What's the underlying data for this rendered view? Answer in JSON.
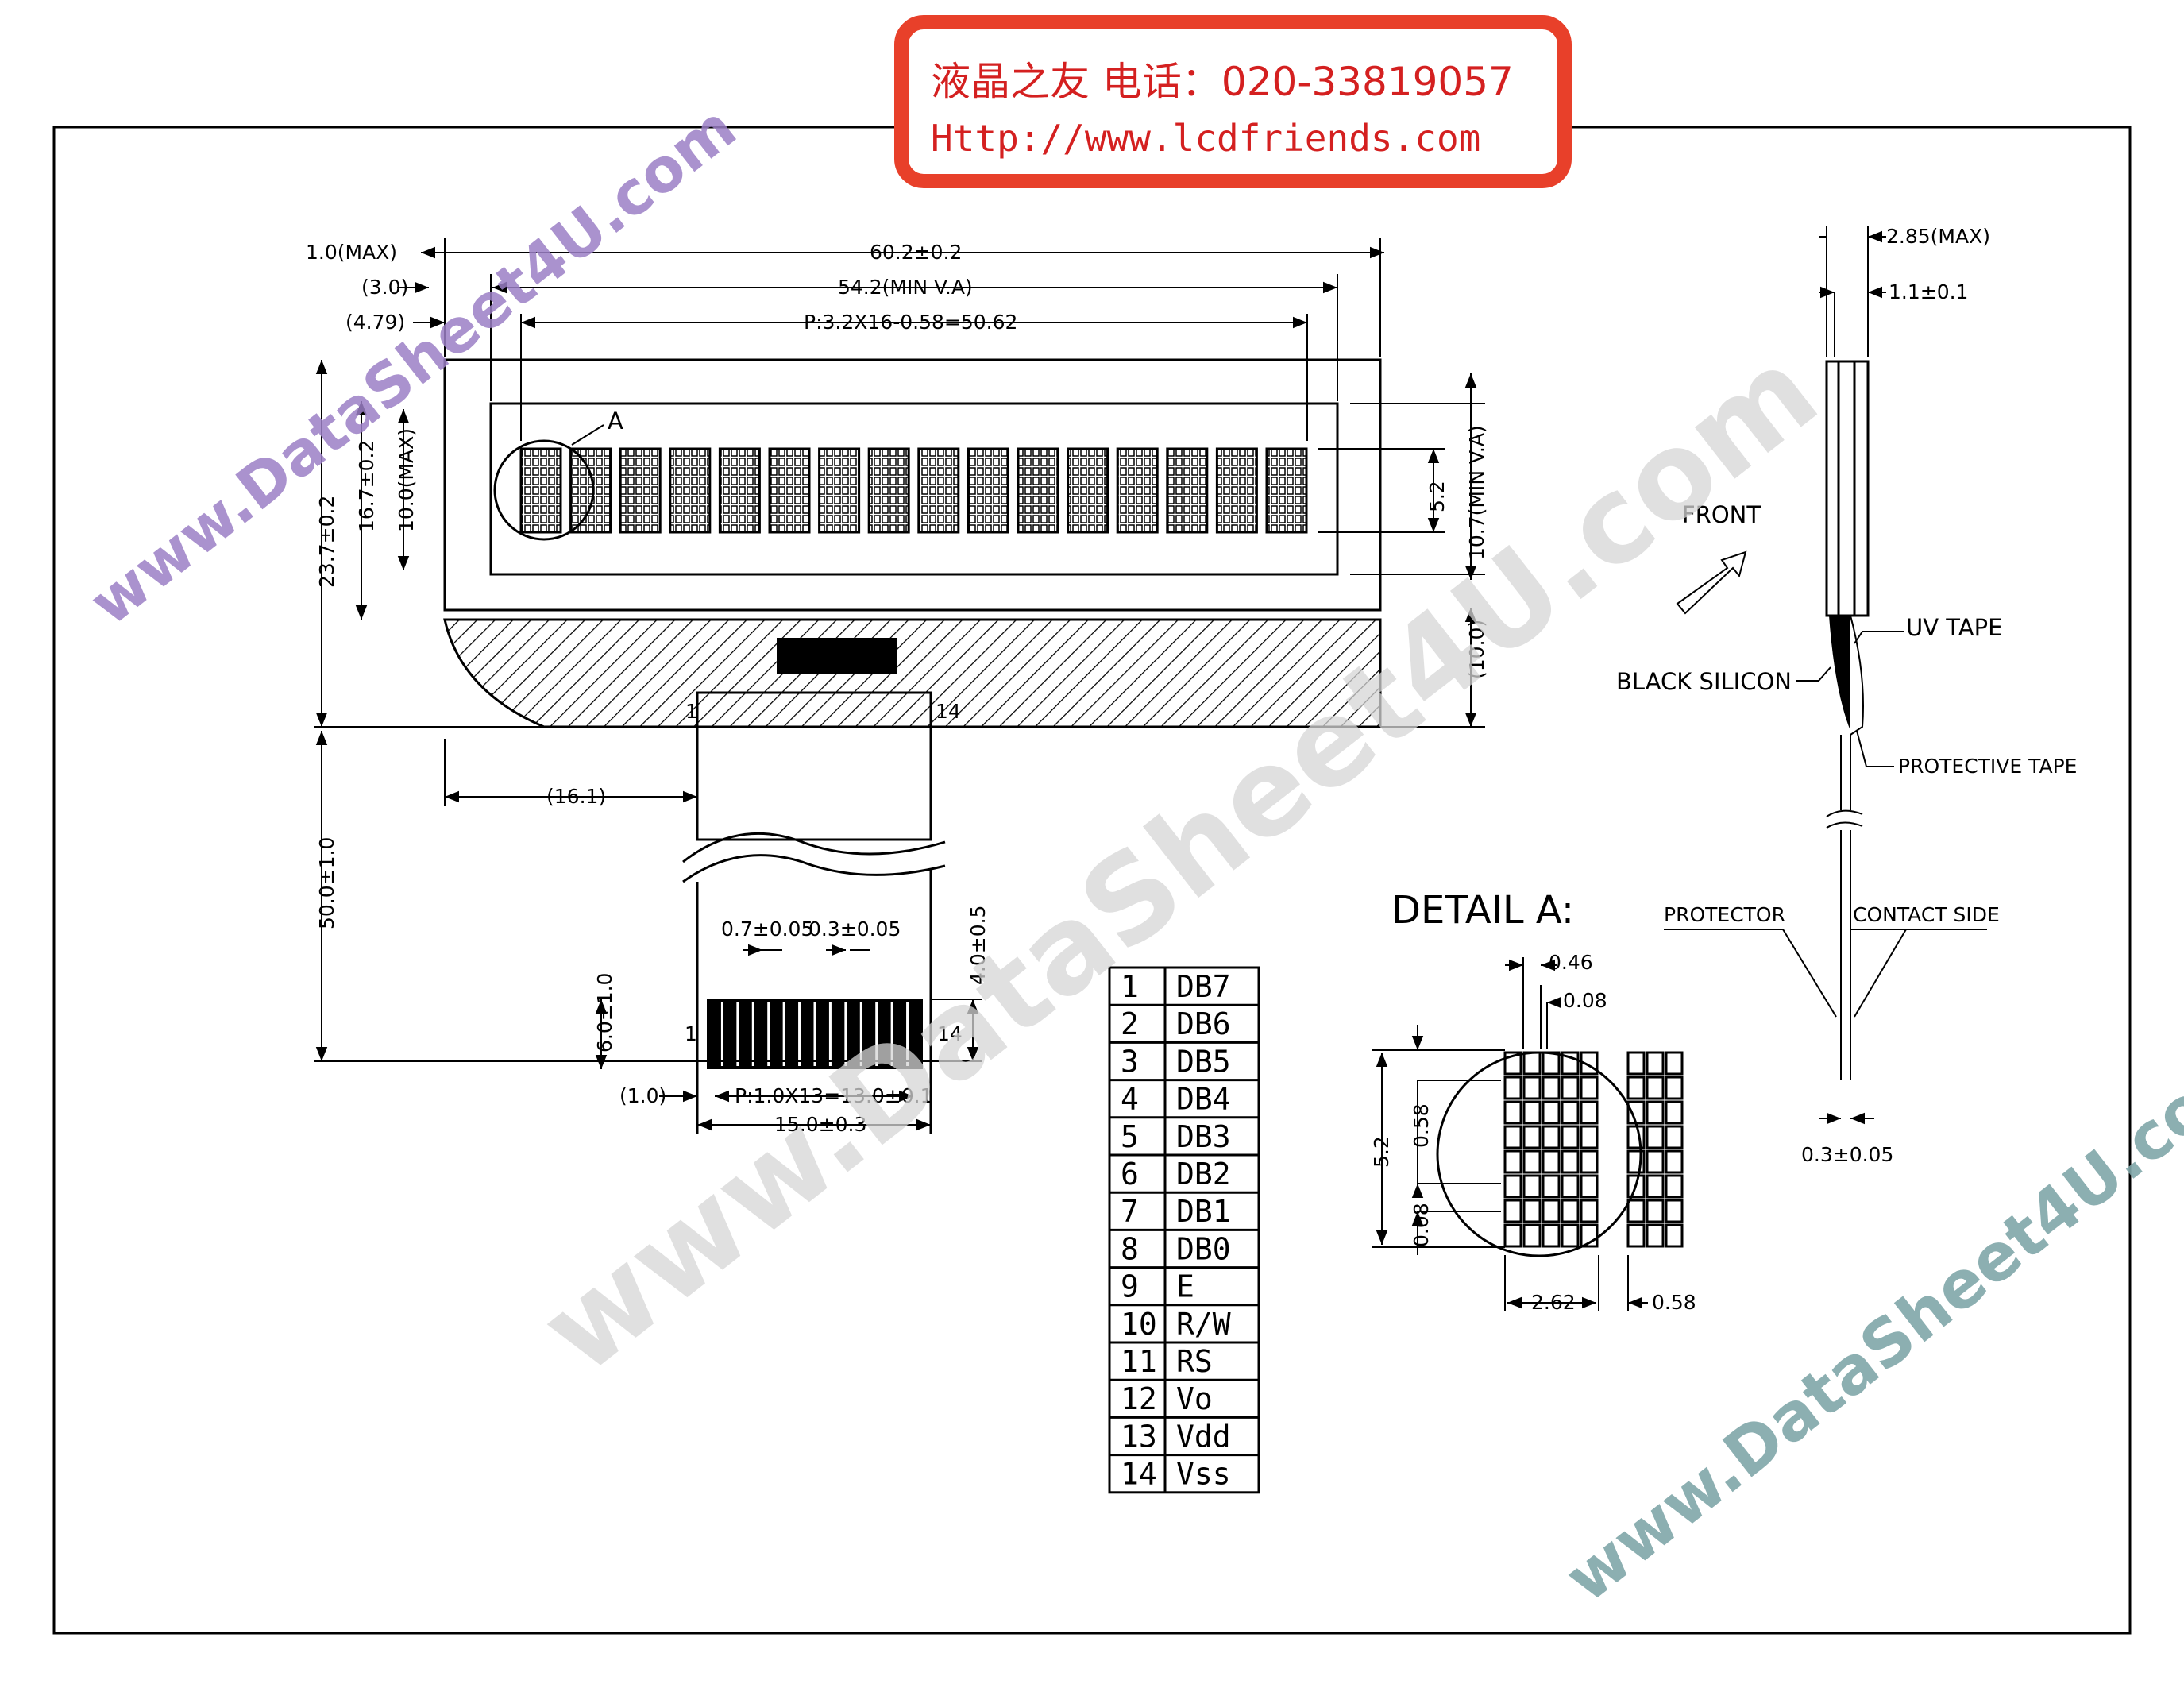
{
  "stamp": {
    "line1": "液晶之友 电话：020-33819057",
    "line2": "Http://www.lcdfriends.com",
    "color": "#e8402a"
  },
  "watermarks": {
    "text": "www.DataSheet4U.com",
    "purple": "#9b7fc6",
    "teal": "#7fa6a8",
    "gray": "#d6d6d6"
  },
  "front_view": {
    "dims": {
      "max_1": "1.0(MAX)",
      "d_3": "(3.0)",
      "d_479": "(4.79)",
      "overall_w": "60.2±0.2",
      "va_w": "54.2(MIN V.A)",
      "pitch_w": "P:3.2X16-0.58=50.62",
      "overall_h": "23.7±0.2",
      "h_167": "16.7±0.2",
      "h_10max": "10.0(MAX)",
      "char_h": "5.2",
      "va_h": "10.7(MIN V.A)",
      "h_10": "(10.0)",
      "fpc_offset": "(16.1)",
      "fpc_len": "50.0±1.0",
      "lead_w": "0.7±0.05",
      "lead_gap": "0.3±0.05",
      "lead_len": "4.0±0.5",
      "stiff_h": "6.0±1.0",
      "edge": "(1.0)",
      "pitch_fpc": "P:1.0X13=13.0±0.1",
      "fpc_w": "15.0±0.3"
    },
    "detail_callout": "A",
    "pin_first": "1",
    "pin_last": "14",
    "char_count": 16
  },
  "pins": [
    {
      "no": "1",
      "name": "DB7"
    },
    {
      "no": "2",
      "name": "DB6"
    },
    {
      "no": "3",
      "name": "DB5"
    },
    {
      "no": "4",
      "name": "DB4"
    },
    {
      "no": "5",
      "name": "DB3"
    },
    {
      "no": "6",
      "name": "DB2"
    },
    {
      "no": "7",
      "name": "DB1"
    },
    {
      "no": "8",
      "name": "DB0"
    },
    {
      "no": "9",
      "name": "E"
    },
    {
      "no": "10",
      "name": "R/W"
    },
    {
      "no": "11",
      "name": "RS"
    },
    {
      "no": "12",
      "name": "Vo"
    },
    {
      "no": "13",
      "name": "Vdd"
    },
    {
      "no": "14",
      "name": "Vss"
    }
  ],
  "detail": {
    "title": "DETAIL A:",
    "d_046": "0.46",
    "d_008_top": "0.08",
    "d_52": "5.2",
    "d_058_v": "0.58",
    "d_008_left": "0.08",
    "d_262": "2.62",
    "d_058_h": "0.58"
  },
  "side_view": {
    "max_thick": "2.85(MAX)",
    "glass": "1.1±0.1",
    "front": "FRONT",
    "uv_tape": "UV TAPE",
    "black_silicon": "BLACK SILICON",
    "protective_tape": "PROTECTIVE TAPE",
    "protector": "PROTECTOR",
    "contact_side": "CONTACT SIDE",
    "fpc_thick": "0.3±0.05"
  }
}
